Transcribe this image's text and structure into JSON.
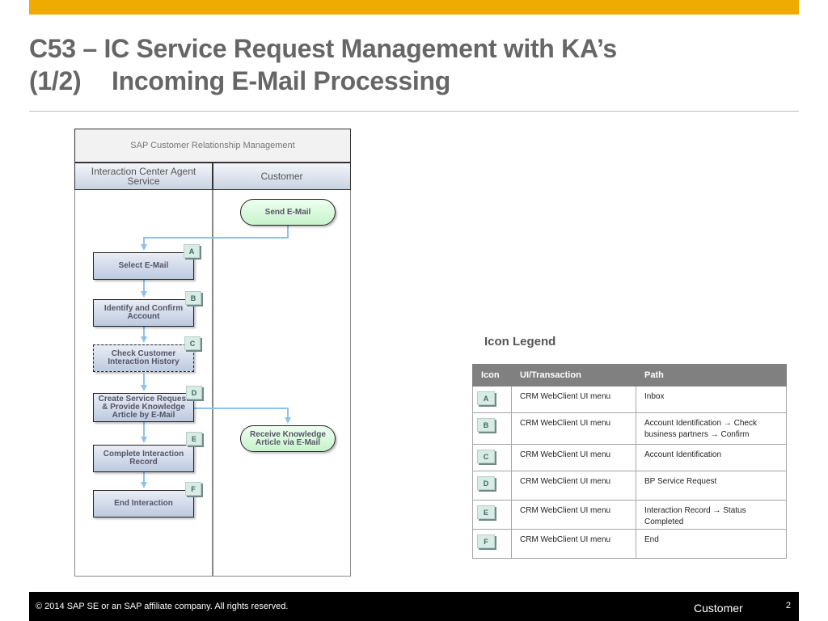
{
  "title": {
    "line1": "C53 – IC Service Request Management with KA’s",
    "line2_num": "(1/2)",
    "line2_text": "Incoming E-Mail Processing"
  },
  "swimlane": {
    "header": "SAP Customer Relationship Management",
    "lane_agent": "Interaction Center Agent Service",
    "lane_customer": "Customer"
  },
  "steps": {
    "send_email": "Send E-Mail",
    "select_email": "Select E-Mail",
    "identify_account": "Identify and Confirm Account",
    "check_history": "Check Customer Interaction History",
    "create_request": "Create Service Request & Provide Knowledge Article by E-Mail",
    "complete_interaction": "Complete Interaction Record",
    "end_interaction": "End Interaction",
    "receive_article": "Receive Knowledge Article via E-Mail"
  },
  "badges": [
    "A",
    "B",
    "C",
    "D",
    "E",
    "F"
  ],
  "legend": {
    "title": "Icon Legend",
    "headers": {
      "icon": "Icon",
      "ui": "UI/Transaction",
      "path": "Path"
    },
    "rows": [
      {
        "icon": "A",
        "ui": "CRM WebClient UI menu",
        "path": "Inbox"
      },
      {
        "icon": "B",
        "ui": "CRM WebClient UI menu",
        "path": "Account Identification → Check business partners → Confirm"
      },
      {
        "icon": "C",
        "ui": "CRM WebClient UI menu",
        "path": "Account Identification"
      },
      {
        "icon": "D",
        "ui": "CRM WebClient UI menu",
        "path": "BP Service Request"
      },
      {
        "icon": "E",
        "ui": "CRM WebClient UI menu",
        "path": "Interaction Record → Status Completed"
      },
      {
        "icon": "F",
        "ui": "CRM WebClient UI menu",
        "path": "End"
      }
    ]
  },
  "footer": {
    "copyright": "© 2014 SAP SE or an SAP affiliate company. All rights reserved.",
    "classification": "Customer",
    "page": "2"
  },
  "colors": {
    "accent": "#f0ab00",
    "connector": "#8fc1ec"
  }
}
